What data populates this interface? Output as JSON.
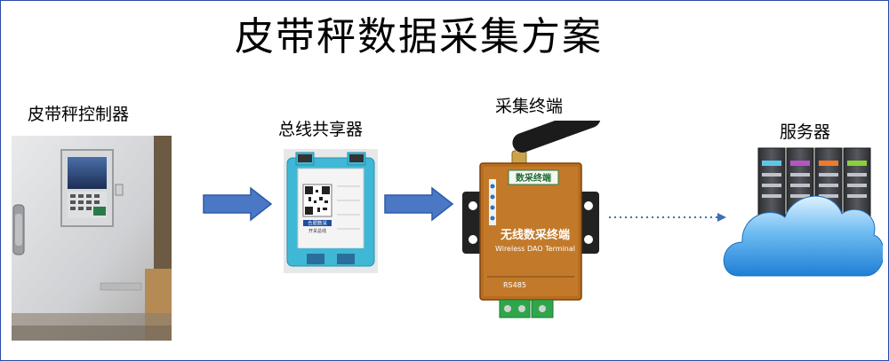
{
  "title": "皮带秤数据采集方案",
  "nodes": [
    {
      "label": "皮带秤控制器"
    },
    {
      "label": "总线共享器"
    },
    {
      "label": "采集终端"
    },
    {
      "label": "服务器"
    }
  ],
  "device_text": {
    "terminal_brand": "数采终端",
    "terminal_title_cn": "无线数采终端",
    "terminal_title_en": "Wireless DAO Terminal",
    "terminal_port": "RS485",
    "sharer_brand": "合肥数采",
    "sharer_sub": "开关总线"
  },
  "colors": {
    "arrow_fill": "#4a78c4",
    "arrow_stroke": "#2d5aa6",
    "dotted_line": "#3d6fb5",
    "frame_border": "#2b4aa8",
    "terminal_body": "#b96d1e"
  }
}
